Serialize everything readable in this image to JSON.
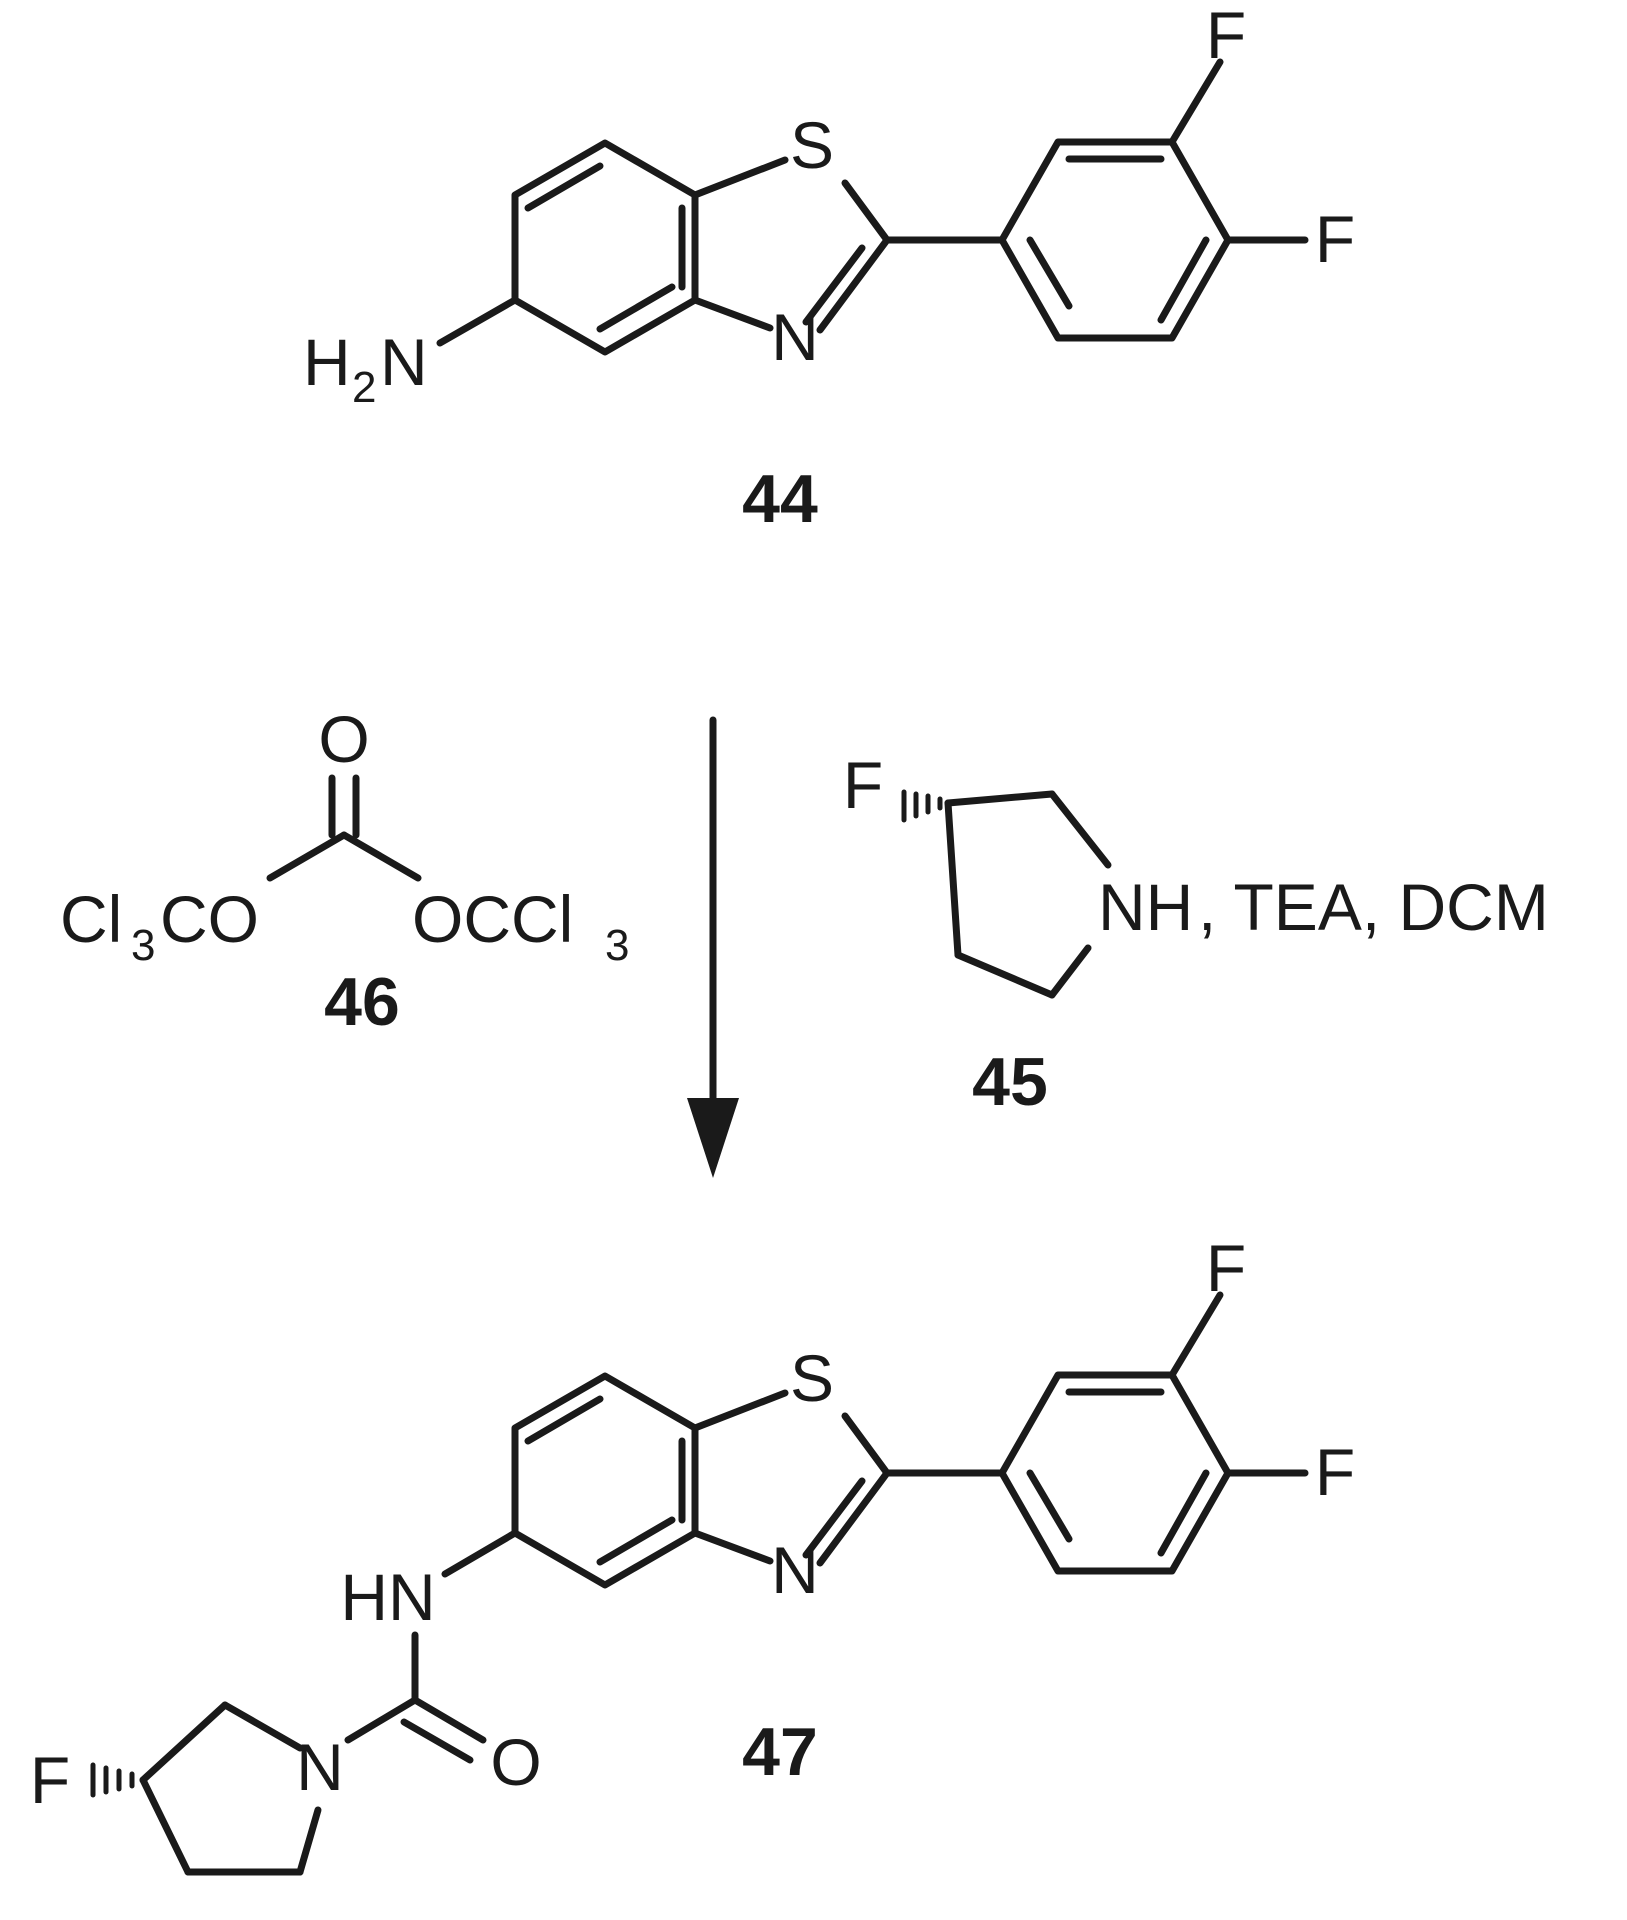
{
  "compounds": {
    "c44": {
      "number": "44",
      "atoms": {
        "s": "S",
        "n": "N",
        "amine_h": "H",
        "amine_sub": "2",
        "amine_n": "N",
        "f1": "F",
        "f2": "F"
      }
    },
    "c46": {
      "number": "46",
      "atoms": {
        "o_carbonyl": "O",
        "left_cl": "Cl",
        "left_sub": "3",
        "left_co": "CO",
        "right_occ": "OCCl",
        "right_sub": "3"
      }
    },
    "c45": {
      "number": "45",
      "atoms": {
        "f": "F",
        "nh": "NH"
      }
    },
    "c47": {
      "number": "47",
      "atoms": {
        "s": "S",
        "n": "N",
        "hn": "HN",
        "o": "O",
        "pyr_n": "N",
        "pyr_f": "F",
        "f1": "F",
        "f2": "F"
      }
    }
  },
  "conditions": {
    "reagents": ", TEA, DCM"
  }
}
